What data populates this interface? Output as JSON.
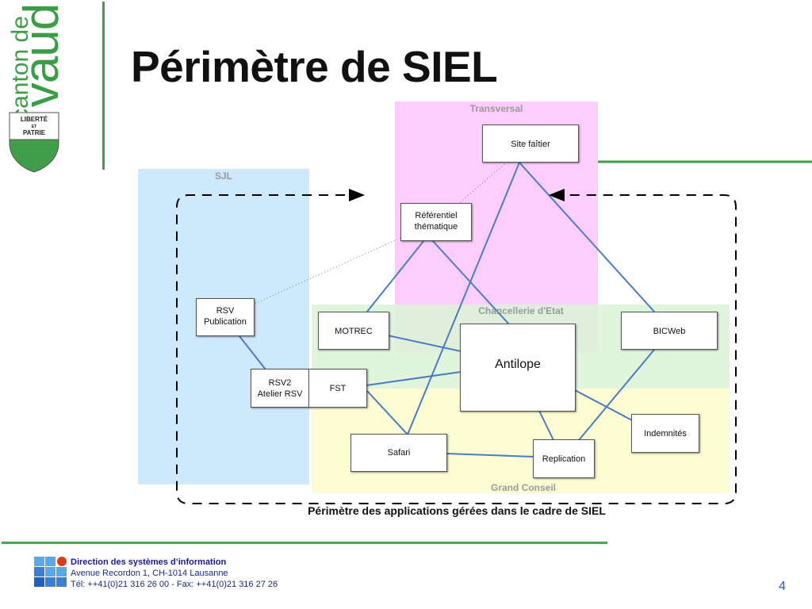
{
  "logo": {
    "canton": "canton de",
    "vaud": "vaud",
    "motto_1": "LIBERTÉ",
    "motto_2": "ET",
    "motto_3": "PATRIE"
  },
  "slide": {
    "title": "Périmètre de SIEL",
    "caption": "Périmètre des applications gérées dans le cadre de SIEL",
    "page_number": "4"
  },
  "zones": {
    "transversal": "Transversal",
    "sjl": "SJL",
    "chancellerie": "Chancellerie d'Etat",
    "grand_conseil": "Grand Conseil"
  },
  "boxes": {
    "site_faitier": "Site faîtier",
    "referentiel": "Référentiel\nthématique",
    "rsv_publication": "RSV\nPublication",
    "motrec": "MOTREC",
    "antilope": "Antilope",
    "bicweb": "BICWeb",
    "rsv2": "RSV2\nAtelier RSV",
    "fst": "FST",
    "indemnites": "Indemnités",
    "safari": "Safari",
    "replication": "Replication"
  },
  "footer": {
    "org": "Direction des systèmes d’information",
    "address": "Avenue Recordon 1, CH-1014 Lausanne",
    "phone": "Tél: ++41(0)21 316 26 00 - Fax: ++41(0)21 316 27 26"
  },
  "colors": {
    "green": "#3f9e47",
    "transversal_zone": "#fdcdfc",
    "sjl_zone": "#cde9fb",
    "chancellerie_zone": "#daf3d6",
    "grand_conseil_zone": "#fcfdd2",
    "connector": "#4a7cc4"
  }
}
